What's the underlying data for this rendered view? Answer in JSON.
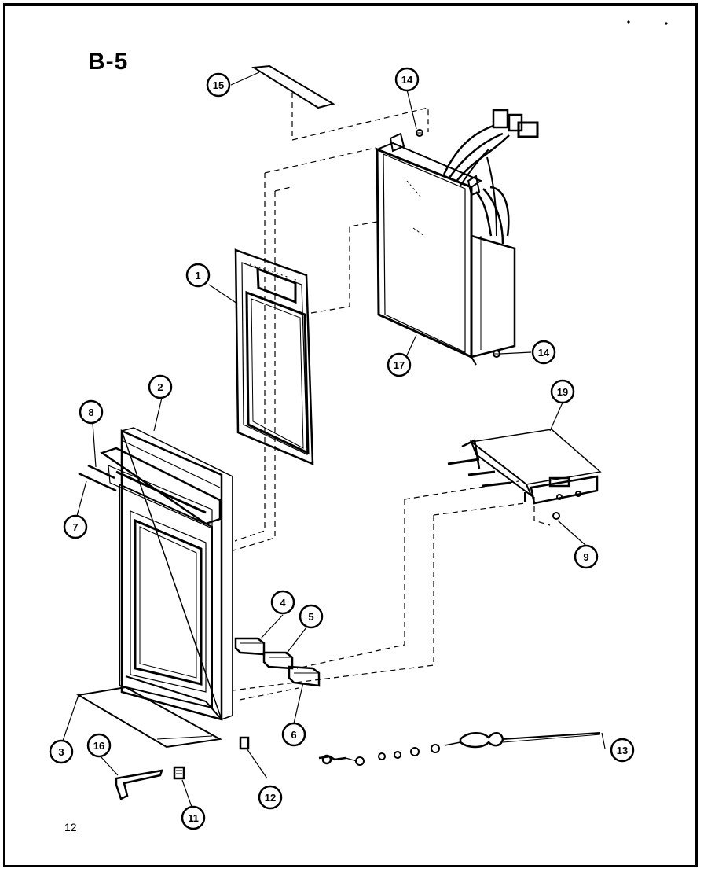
{
  "diagram": {
    "title": "B-5",
    "page_number": "12",
    "callouts": {
      "c1": "1",
      "c2": "2",
      "c3": "3",
      "c4": "4",
      "c5": "5",
      "c6": "6",
      "c7": "7",
      "c8": "8",
      "c9": "9",
      "c11": "11",
      "c12": "12",
      "c13": "13",
      "c14a": "14",
      "c14b": "14",
      "c15": "15",
      "c16": "16",
      "c17": "17",
      "c19": "19"
    }
  }
}
